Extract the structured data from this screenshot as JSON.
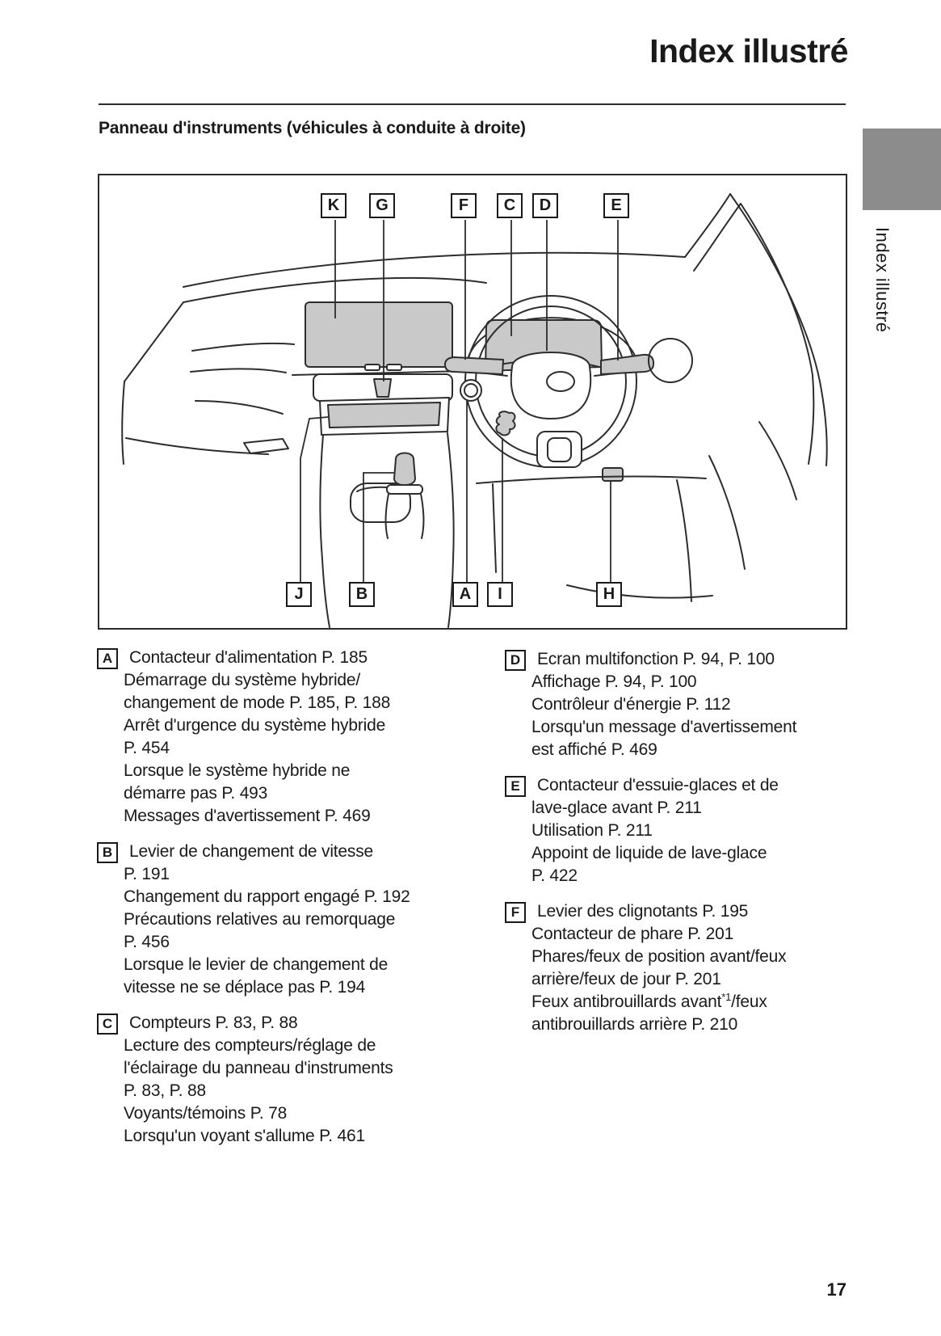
{
  "page": {
    "title": "Index illustré",
    "heading": "Panneau d'instruments (véhicules à conduite à droite)",
    "side_tab": "Index illustré",
    "page_number": "17"
  },
  "colors": {
    "tab_gray": "#8c8c8c",
    "part_gray": "#c9c9c9",
    "line_color": "#2d2d2d",
    "text_color": "#1a1a1a"
  },
  "diagram": {
    "top_labels": [
      "K",
      "G",
      "F",
      "C",
      "D",
      "E"
    ],
    "bottom_labels": [
      "J",
      "B",
      "A",
      "I",
      "H"
    ]
  },
  "sections": [
    {
      "letter": "A",
      "lines": [
        "Contacteur d'alimentation P. 185",
        "Démarrage du système hybride/",
        "changement de mode P. 185, P. 188",
        "Arrêt d'urgence du système hybride",
        "P. 454",
        "Lorsque le système hybride ne",
        "démarre pas P. 493",
        "Messages d'avertissement P. 469"
      ]
    },
    {
      "letter": "B",
      "lines": [
        "Levier de changement de vitesse",
        "P. 191",
        "Changement du rapport engagé P. 192",
        "Précautions relatives au remorquage",
        "P. 456",
        "Lorsque le levier de changement de",
        "vitesse ne se déplace pas P. 194"
      ]
    },
    {
      "letter": "C",
      "lines": [
        "Compteurs P. 83, P. 88",
        "Lecture des compteurs/réglage de",
        "l'éclairage du panneau d'instruments",
        "P. 83, P. 88",
        "Voyants/témoins P. 78",
        "Lorsqu'un voyant s'allume P. 461"
      ]
    },
    {
      "letter": "D",
      "lines": [
        "Ecran multifonction P. 94, P. 100",
        "Affichage P. 94, P. 100",
        "Contrôleur d'énergie P. 112",
        "Lorsqu'un message d'avertissement",
        "est affiché P. 469"
      ]
    },
    {
      "letter": "E",
      "lines": [
        "Contacteur d'essuie-glaces et de",
        "lave-glace avant P. 211",
        "Utilisation P. 211",
        "Appoint de liquide de lave-glace",
        "P. 422"
      ]
    },
    {
      "letter": "F",
      "lines": [
        "Levier des clignotants P. 195",
        "Contacteur de phare P. 201",
        "Phares/feux de position avant/feux",
        "arrière/feux de jour P. 201",
        {
          "pre": "Feux antibrouillards avant",
          "sup": "*1",
          "post": "/feux"
        },
        "antibrouillards arrière P. 210"
      ]
    }
  ]
}
